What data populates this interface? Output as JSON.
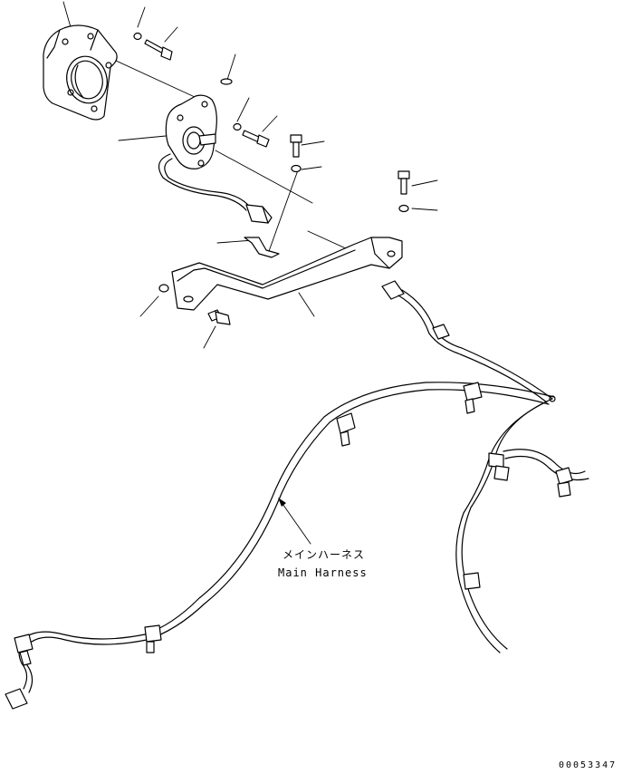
{
  "harness_label": {
    "japanese": "メインハーネス",
    "english": "Main Harness"
  },
  "drawing_number": "00053347"
}
